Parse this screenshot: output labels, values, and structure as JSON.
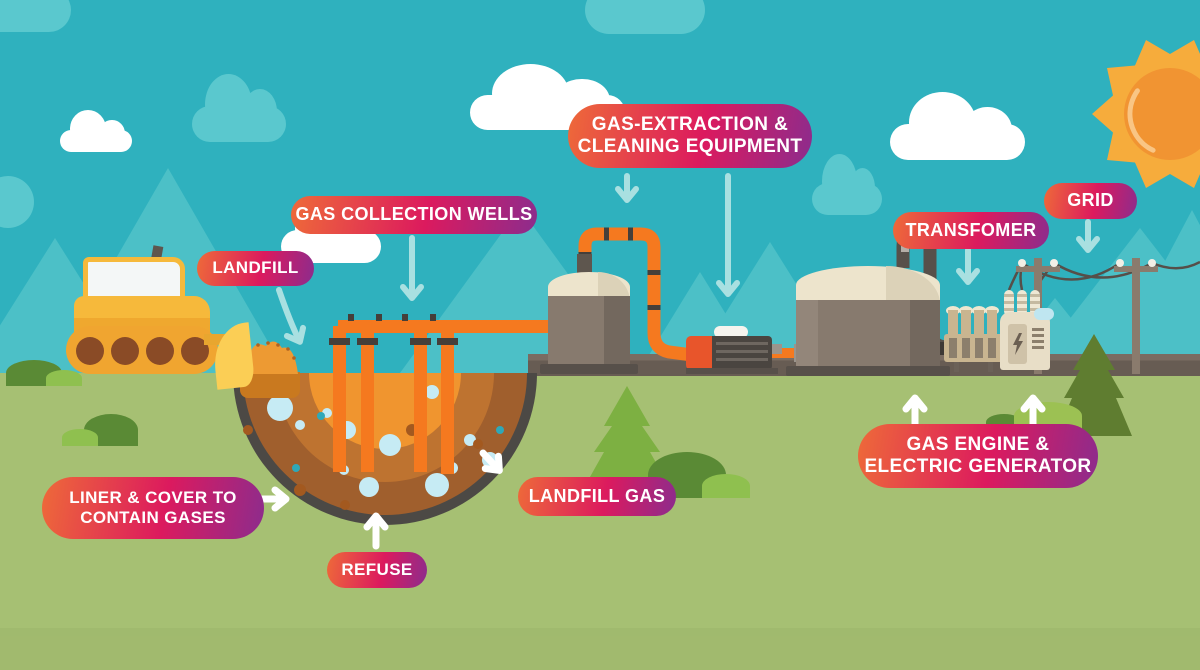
{
  "labels": {
    "gas_extraction": {
      "line1": "GAS-EXTRACTION &",
      "line2": "CLEANING EQUIPMENT"
    },
    "gas_collection_wells": {
      "text": "GAS COLLECTION WELLS"
    },
    "landfill": {
      "text": "LANDFILL"
    },
    "transfomer": {
      "text": "TRANSFOMER"
    },
    "grid": {
      "text": "GRID"
    },
    "liner_cover": {
      "line1": "LINER & COVER TO",
      "line2": "CONTAIN GASES"
    },
    "refuse": {
      "text": "REFUSE"
    },
    "landfill_gas": {
      "text": "LANDFILL GAS"
    },
    "gas_engine": {
      "line1": "GAS ENGINE &",
      "line2": "ELECTRIC GENERATOR"
    }
  },
  "colors": {
    "sky": "#2FB1BE",
    "sky_tree": "#4CC0C7",
    "sky_cloud": "#5AC8CE",
    "grass": "#A6C073",
    "label_grad_1": "#EE6A39",
    "label_grad_2": "#DC1A5E",
    "label_grad_3": "#8C2C8D",
    "pipe_orange": "#F5791F",
    "arrow_teal": "#A9E0E1",
    "arrow_white": "#FFFFFF",
    "sun_outer": "#F6AC3C",
    "sun_inner": "#F19432",
    "pit_rim": "#4C4945",
    "pit_ring1": "#A05F2D",
    "pit_ring2": "#BE7330",
    "pit_core": "#F0952F",
    "bubble": "#C6EBF4",
    "platform": "#6B5F56",
    "tank_body": "#877A6E",
    "tank_dome": "#EDE4CC",
    "dozer_yellow": "#F6B93B",
    "tree_green": "#7DB042",
    "bush_dark": "#5A8A35",
    "bush_light": "#8FC04F"
  },
  "icons": {
    "sun": "css-svg-burst-circle",
    "cloud": "css-pill-with-bumps",
    "arrow_down": "svg-line-chevron",
    "arrow_up": "svg-line-chevron",
    "arrow_right": "svg-line-chevron",
    "lightning_bolt": "svg-polygon"
  }
}
